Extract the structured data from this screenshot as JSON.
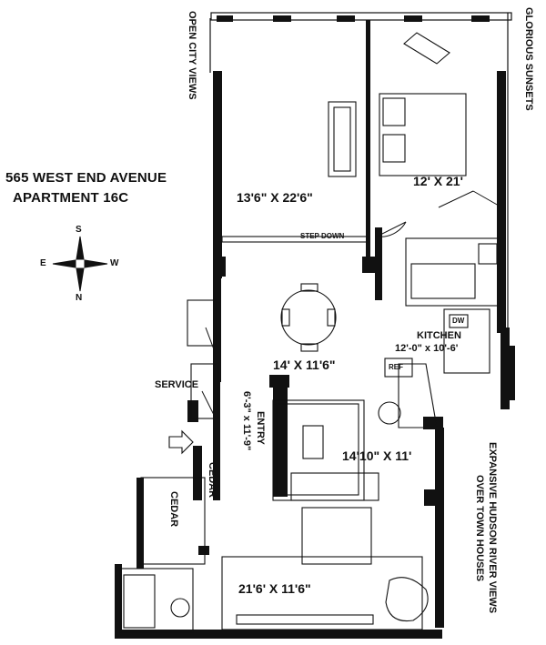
{
  "title": {
    "line1": "565 WEST END AVENUE",
    "line2": "APARTMENT 16C"
  },
  "compass": {
    "s": "S",
    "e": "E",
    "w": "W",
    "n": "N"
  },
  "views": {
    "west": "OPEN CITY VIEWS",
    "east": "GLORIOUS SUNSETS",
    "south_line1": "EXPANSIVE HUDSON RIVER VIEWS",
    "south_line2": "OVER TOWN HOUSES"
  },
  "rooms": {
    "living": "13'6\" X 22'6\"",
    "bedroom1": "12' X 21'",
    "step_down": "STEP DOWN",
    "dining": "14' X 11'6\"",
    "kitchen_label": "KITCHEN",
    "kitchen_size": "12'-0\" x 10'-6'",
    "dw": "DW",
    "ref": "REF",
    "den": "14'10\" X 11'",
    "service": "SERVICE",
    "entry_label": "ENTRY",
    "entry_size": "6'-3\" x 11'-9\"",
    "cedar1": "CEDAR",
    "cedar2": "CEDAR",
    "bedroom2": "21'6' X 11'6\""
  }
}
